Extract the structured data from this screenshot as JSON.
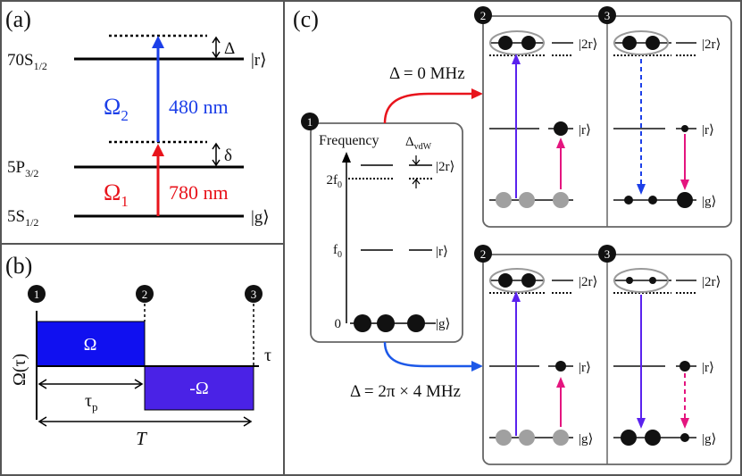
{
  "panel_labels": {
    "a": "(a)",
    "b": "(b)",
    "c": "(c)"
  },
  "panel_a": {
    "levels": {
      "s70": {
        "main": "70S",
        "sub": "1/2"
      },
      "p5": {
        "main": "5P",
        "sub": "3/2"
      },
      "s5": {
        "main": "5S",
        "sub": "1/2"
      }
    },
    "kets": {
      "r": "|r⟩",
      "g": "|g⟩"
    },
    "detuning_big": "Δ",
    "detuning_small": "δ",
    "omega2": {
      "main": "Ω",
      "sub": "2"
    },
    "omega1": {
      "main": "Ω",
      "sub": "1"
    },
    "wavelength_blue": "480 nm",
    "wavelength_red": "780 nm",
    "colors": {
      "blue": "#1c3fe8",
      "red": "#e8141c"
    }
  },
  "panel_b": {
    "markers": [
      "1",
      "2",
      "3"
    ],
    "pulse_pos": "Ω",
    "pulse_neg": "-Ω",
    "yaxis": "Ω(τ)",
    "xaxis": "τ",
    "tau_p": {
      "main": "τ",
      "sub": "p"
    },
    "period": "T",
    "colors": {
      "pulse_pos": "#1010f0",
      "pulse_neg": "#4a22e6"
    }
  },
  "panel_c": {
    "freq_box": {
      "marker": "1",
      "axis_title": "Frequency",
      "vdw": {
        "main": "Δ",
        "sub": "vdW"
      },
      "ticks": {
        "two_f0": {
          "main": "2f",
          "sub": "0"
        },
        "f0": {
          "main": "f",
          "sub": "0"
        },
        "zero": "0"
      },
      "kets": {
        "two_r": "|2r⟩",
        "r": "|r⟩",
        "g": "|g⟩"
      }
    },
    "detuning_top": "Δ = 0 MHz",
    "detuning_bottom": "Δ = 2π × 4 MHz",
    "step_markers": [
      "2",
      "3",
      "2",
      "3"
    ],
    "kets": {
      "two_r": "|2r⟩",
      "r": "|r⟩",
      "g": "|g⟩"
    },
    "colors": {
      "red_arrow": "#e8141c",
      "blue_arrow": "#1c58e8",
      "violet": "#5a22ee",
      "magenta": "#e4157f",
      "gray": "#a0a0a0"
    }
  }
}
